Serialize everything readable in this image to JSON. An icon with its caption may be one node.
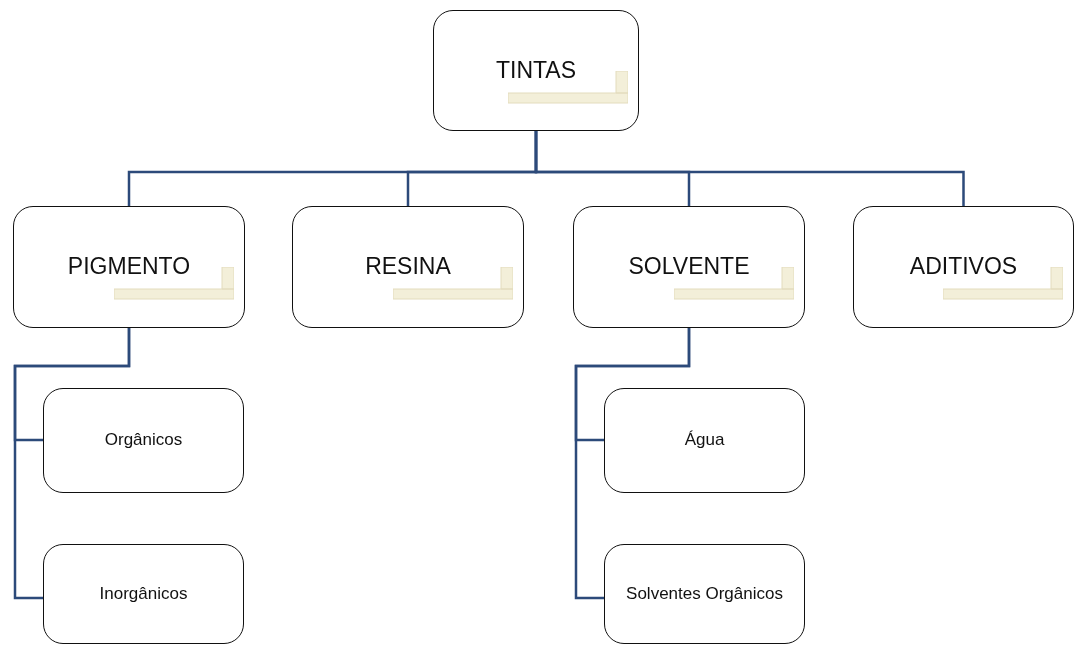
{
  "diagram": {
    "nodes": [
      {
        "text": [
          "TINTAS"
        ]
      },
      {
        "text": [
          "PIGMENTO"
        ]
      },
      {
        "text": [
          "RESINA"
        ]
      },
      {
        "text": [
          "SOLVENTE"
        ]
      },
      {
        "text": [
          "ADITIVOS"
        ]
      },
      {
        "text": [
          "Orgânicos"
        ]
      },
      {
        "text": [
          "Inorgânicos"
        ]
      },
      {
        "text": [
          "Água"
        ]
      },
      {
        "text": [
          "Solventes Orgânicos"
        ]
      }
    ],
    "edges": [
      {
        "from": 0,
        "to": 1,
        "arrow": "none"
      },
      {
        "from": 0,
        "to": 2,
        "arrow": "none"
      },
      {
        "from": 0,
        "to": 3,
        "arrow": "none"
      },
      {
        "from": 0,
        "to": 4,
        "arrow": "none"
      },
      {
        "from": 1,
        "to": 5,
        "arrow": "none"
      },
      {
        "from": 1,
        "to": 6,
        "arrow": "none"
      },
      {
        "from": 3,
        "to": 7,
        "arrow": "none"
      },
      {
        "from": 3,
        "to": 8,
        "arrow": "none"
      }
    ]
  }
}
